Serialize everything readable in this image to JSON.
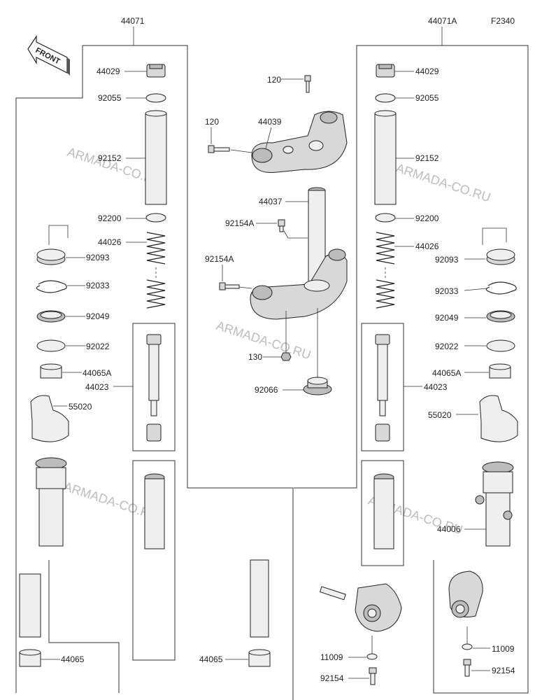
{
  "figure_code": "F2340",
  "front_label": "FRONT",
  "watermark": "ARMADA-CO.RU",
  "labels": {
    "l44071": "44071",
    "l44071A": "44071A",
    "l44029_left": "44029",
    "l92055_left": "92055",
    "l92152_left": "92152",
    "l92200_left": "92200",
    "l44026_left": "44026",
    "l92093_left": "92093",
    "l92033_left": "92033",
    "l92049_left": "92049",
    "l92022_left": "92022",
    "l44065A_left": "44065A",
    "l44023_left": "44023",
    "l55020_left": "55020",
    "l44065_left": "44065",
    "l44065_center": "44065",
    "l120_top": "120",
    "l120_left": "120",
    "l44039": "44039",
    "l44037": "44037",
    "l92154A_top": "92154A",
    "l92154A_mid": "92154A",
    "l130": "130",
    "l92066": "92066",
    "l44029_right": "44029",
    "l92055_right": "92055",
    "l92152_right": "92152",
    "l92200_right": "92200",
    "l44026_right": "44026",
    "l92093_right": "92093",
    "l92033_right": "92033",
    "l92049_right": "92049",
    "l92022_right": "92022",
    "l44065A_right": "44065A",
    "l44023_right": "44023",
    "l55020_right": "55020",
    "l44006": "44006",
    "l11009_center": "11009",
    "l92154_center": "92154",
    "l11009_right": "11009",
    "l92154_right": "92154"
  }
}
